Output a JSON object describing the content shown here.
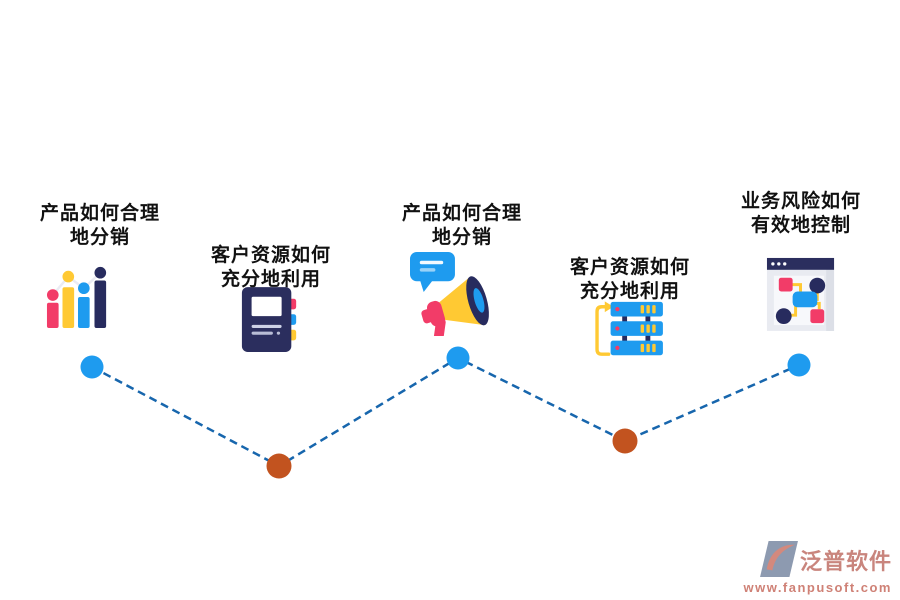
{
  "diagram": {
    "title": "",
    "nodes": [
      {
        "label_line1": "产品如何合理",
        "label_line2": "地分销",
        "icon": "bar-chart",
        "dot_color": "#1e9bef"
      },
      {
        "label_line1": "客户资源如何",
        "label_line2": "充分地利用",
        "icon": "notebook",
        "dot_color": "#c2531f"
      },
      {
        "label_line1": "产品如何合理",
        "label_line2": "地分销",
        "icon": "megaphone",
        "dot_color": "#1e9bef"
      },
      {
        "label_line1": "客户资源如何",
        "label_line2": "充分地利用",
        "icon": "server-stack",
        "dot_color": "#c2531f"
      },
      {
        "label_line1": "业务风险如何",
        "label_line2": "有效地控制",
        "icon": "flowchart-window",
        "dot_color": "#1e9bef"
      }
    ],
    "connector": {
      "color": "#1766ad",
      "style": "dashed"
    }
  },
  "watermark": {
    "brand": "泛普软件",
    "url": "www.fanpusoft.com",
    "brand_color": "#c9857d",
    "url_color": "#cf8176"
  },
  "palette": {
    "pink": "#f23c68",
    "yellow": "#ffc933",
    "blue": "#1e9bef",
    "navy": "#272b5e",
    "orange_dot": "#c2531f",
    "dash_line": "#1766ad",
    "text": "#111111"
  }
}
